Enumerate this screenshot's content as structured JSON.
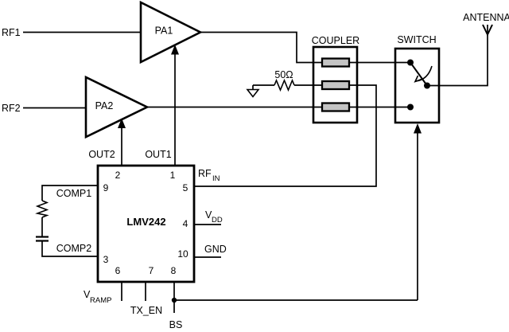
{
  "diagram": {
    "labels": {
      "rf1": "RF1",
      "rf2": "RF2",
      "pa1": "PA1",
      "pa2": "PA2",
      "out2": "OUT2",
      "out1": "OUT1",
      "coupler": "COUPLER",
      "switch": "SWITCH",
      "antenna": "ANTENNA",
      "r50": "50Ω",
      "comp1": "COMP1",
      "comp2": "COMP2",
      "chip": "LMV242",
      "rf_in": {
        "base": "RF",
        "sub": "IN"
      },
      "vdd": {
        "base": "V",
        "sub": "DD"
      },
      "gnd": "GND",
      "vramp": {
        "base": "V",
        "sub": "RAMP"
      },
      "tx_en": "TX_EN",
      "bs": "BS"
    },
    "pins": {
      "p1": "1",
      "p2": "2",
      "p3": "3",
      "p4": "4",
      "p5": "5",
      "p6": "6",
      "p7": "7",
      "p8": "8",
      "p9": "9",
      "p10": "10"
    },
    "colors": {
      "line": "#000000",
      "coupler_element_fill": "#c4c4c4",
      "background": "#ffffff"
    }
  }
}
